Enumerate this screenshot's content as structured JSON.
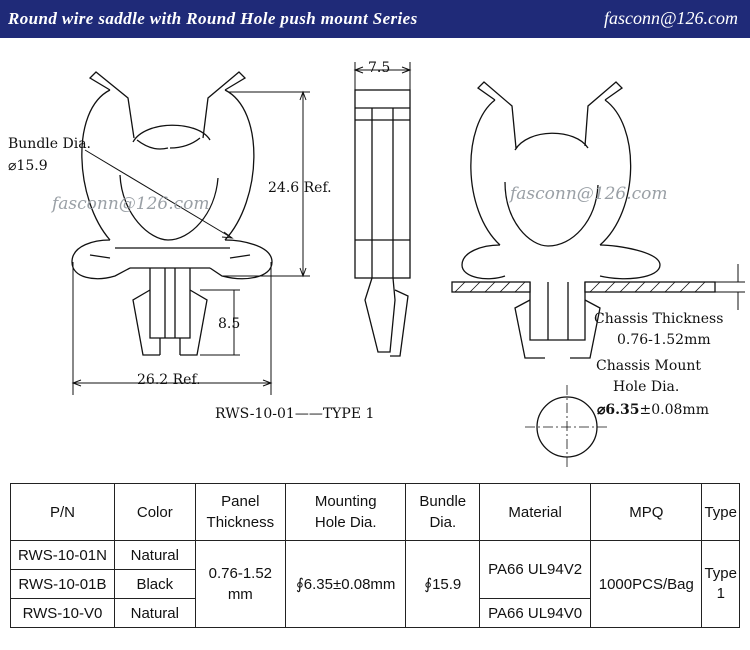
{
  "header": {
    "title": "Round wire saddle with Round Hole push mount   Series",
    "email": "fasconn@126.com"
  },
  "drawing": {
    "bundle_label": "Bundle Dia.",
    "bundle_value": "⌀15.9",
    "height_label": "24.6 Ref.",
    "width_label": "26.2 Ref.",
    "stem_label": "8.5",
    "thickness_label": "7.5",
    "type_label": "RWS-10-01——TYPE 1",
    "watermark": "fasconn@126.com",
    "chassis_thickness_label": "Chassis Thickness",
    "chassis_thickness_value": "0.76-1.52mm",
    "chassis_hole_label_1": "Chassis Mount",
    "chassis_hole_label_2": "Hole Dia.",
    "chassis_hole_value_bold": "⌀6.35",
    "chassis_hole_value_rest": "±0.08mm"
  },
  "table": {
    "headers": [
      "P/N",
      "Color",
      "Panel\nThickness",
      "Mounting\nHole Dia.",
      "Bundle\nDia.",
      "Material",
      "MPQ",
      "Type"
    ],
    "rows": [
      {
        "pn": "RWS-10-01N",
        "color": "Natural"
      },
      {
        "pn": "RWS-10-01B",
        "color": "Black"
      },
      {
        "pn": "RWS-10-V0",
        "color": "Natural"
      }
    ],
    "panel_thickness": "0.76-1.52\nmm",
    "mounting_hole": "∮6.35±0.08mm",
    "bundle_dia": "∮15.9",
    "material_1": "PA66  UL94V2",
    "material_2": "PA66 UL94V0",
    "mpq": "1000PCS/Bag",
    "type": "Type\n1"
  }
}
